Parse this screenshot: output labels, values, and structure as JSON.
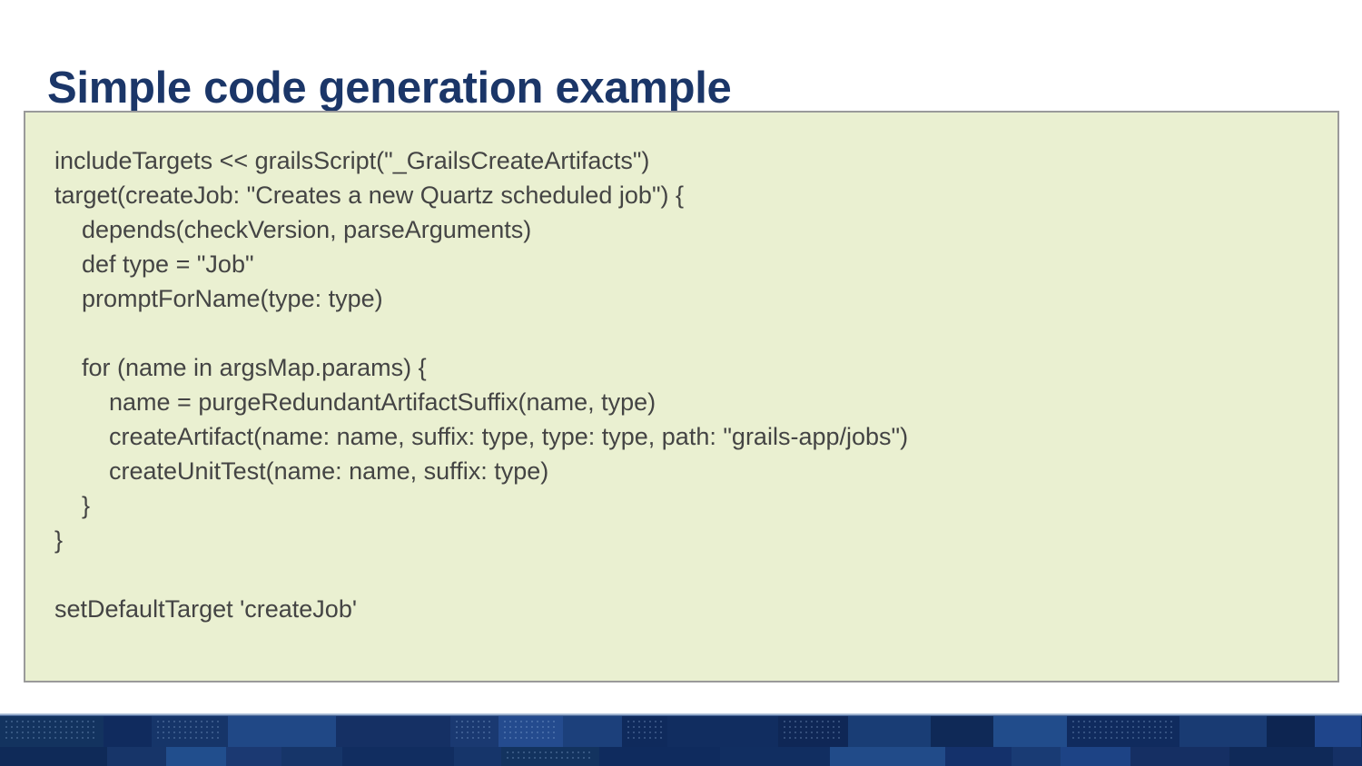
{
  "slide": {
    "title": "Simple code generation example",
    "title_color": "#1b3668",
    "background_color": "#ffffff"
  },
  "code_box": {
    "background_color": "#eaf0d1",
    "border_color": "#9a9a9a",
    "text_color": "#444444",
    "language": "groovy",
    "lines": [
      "includeTargets << grailsScript(\"_GrailsCreateArtifacts\")",
      "target(createJob: \"Creates a new Quartz scheduled job\") {",
      "    depends(checkVersion, parseArguments)",
      "    def type = \"Job\"",
      "    promptForName(type: type)",
      "",
      "    for (name in argsMap.params) {",
      "        name = purgeRedundantArtifactSuffix(name, type)",
      "        createArtifact(name: name, suffix: type, type: type, path: \"grails-app/jobs\")",
      "        createUnitTest(name: name, suffix: type)",
      "    }",
      "}",
      "",
      "setDefaultTarget 'createJob'"
    ]
  },
  "footer": {
    "name": "decorative-mosaic-band",
    "base_color": "#16366f",
    "tile_colors": [
      "#13306a",
      "#1a3f7e",
      "#0f2a5c",
      "#20478c",
      "#152f63",
      "#1c3a72",
      "#0d2450",
      "#23508f",
      "#173569",
      "#1e4480",
      "#112c5e",
      "#264f93",
      "#14335f",
      "#1a3d75",
      "#0e2752"
    ]
  }
}
